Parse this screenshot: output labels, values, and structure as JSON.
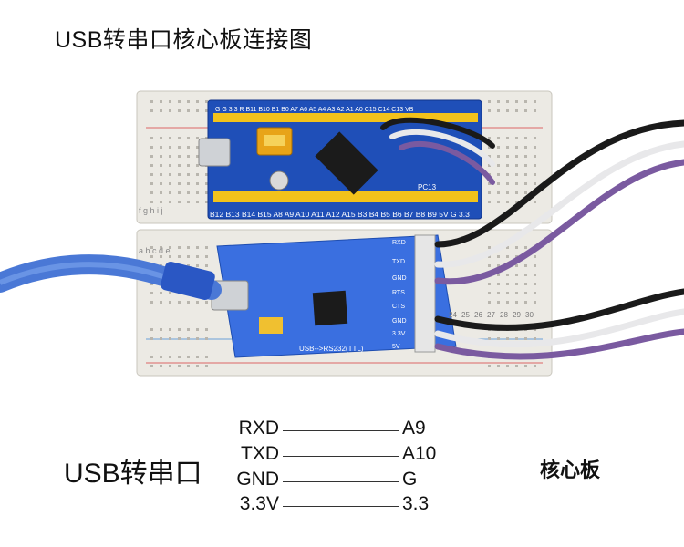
{
  "title": "USB转串口核心板连接图",
  "labels": {
    "usb_serial": "USB转串口",
    "core_board": "核心板"
  },
  "connections": [
    {
      "left": "RXD",
      "right": "A9"
    },
    {
      "left": "TXD",
      "right": "A10"
    },
    {
      "left": "GND",
      "right": "G"
    },
    {
      "left": "3.3V",
      "right": "3.3"
    }
  ],
  "photo": {
    "core_board_top_pins": "G G 3.3 R B11 B10 B1 B0 A7 A6 A5 A4 A3 A2 A1 A0 C15 C14 C13 VB",
    "core_board_bottom_pins": "B12 B13 B14 B15 A8 A9 A10 A11 A12 A15 B3 B4 B5 B6 B7 B8 B9 5V G 3.3",
    "core_board_pc13": "PC13",
    "usb_module_pins": [
      "RXD",
      "TXD",
      "GND",
      "RTS",
      "CTS",
      "GND",
      "3.3V",
      "5V"
    ],
    "usb_module_text": "USB-->RS232(TTL)",
    "breadboard_numbers": [
      "24",
      "25",
      "26",
      "27",
      "28",
      "29",
      "30"
    ],
    "breadboard_row_letters": "f g h i j",
    "breadboard_row_letters_mid": "a b c d e",
    "colors": {
      "breadboard": "#eceae4",
      "pcb_blue": "#1f4fb8",
      "usb_pcb": "#3a6fe0",
      "cable_blue": "#4a78d6",
      "wire_black": "#1a1a1a",
      "wire_white": "#e8e8ea",
      "wire_purple": "#7a5aa0",
      "header_yellow": "#f2c21b"
    }
  }
}
